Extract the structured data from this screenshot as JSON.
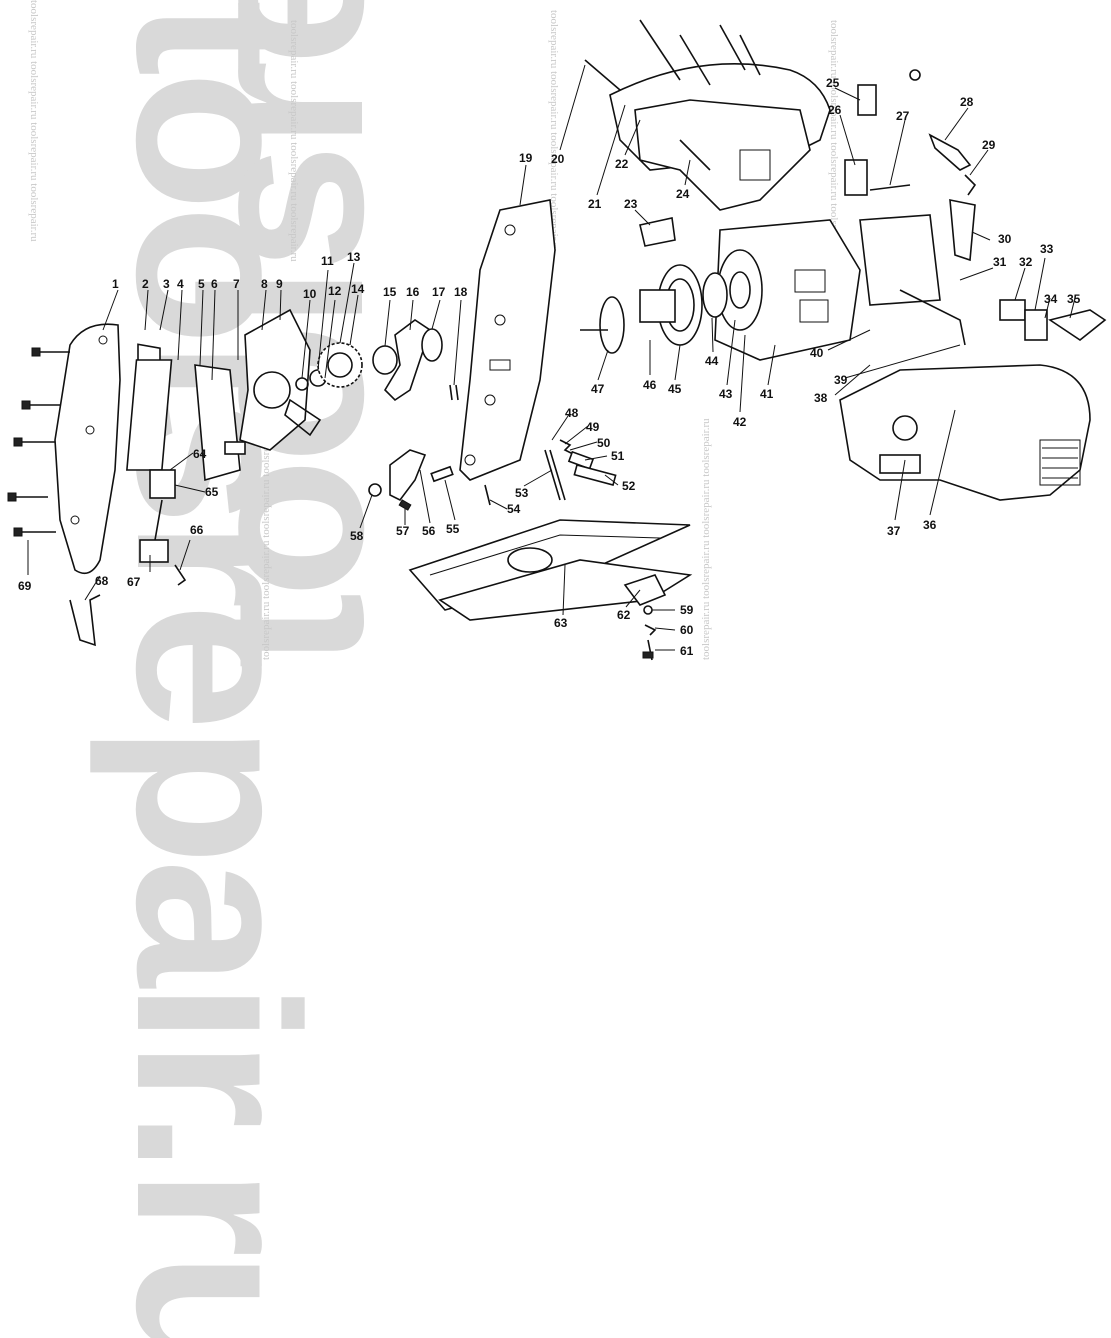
{
  "watermark": {
    "large_top": "toolsrepair.ru",
    "large_bottom": "toolsrepair.ru",
    "small": "toolsrepair.ru toolsrepair.ru toolsrepair.ru toolsrepair.ru"
  },
  "part_numbers": [
    "1",
    "2",
    "3",
    "4",
    "5",
    "6",
    "7",
    "8",
    "9",
    "10",
    "11",
    "12",
    "13",
    "14",
    "15",
    "16",
    "17",
    "18",
    "19",
    "20",
    "21",
    "22",
    "23",
    "24",
    "25",
    "26",
    "27",
    "28",
    "29",
    "30",
    "31",
    "32",
    "33",
    "34",
    "35",
    "36",
    "37",
    "38",
    "39",
    "40",
    "41",
    "42",
    "43",
    "44",
    "45",
    "46",
    "47",
    "48",
    "49",
    "50",
    "51",
    "52",
    "53",
    "54",
    "55",
    "56",
    "57",
    "58",
    "59",
    "60",
    "61",
    "62",
    "63",
    "64",
    "65",
    "66",
    "67",
    "68",
    "69"
  ]
}
